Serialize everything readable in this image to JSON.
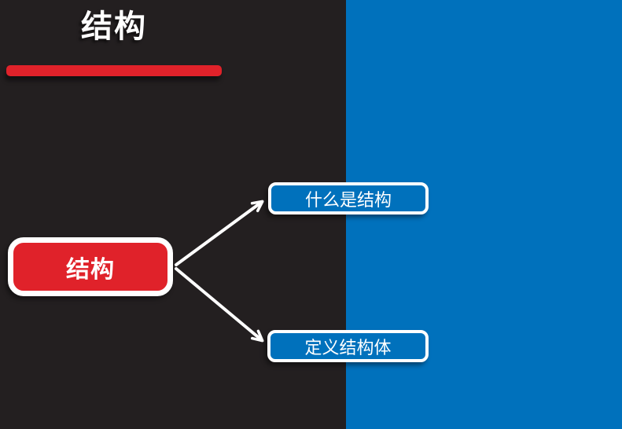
{
  "slide": {
    "title": "结构",
    "colors": {
      "background_dark": "#231f20",
      "background_blue": "#0071bc",
      "accent_red": "#e0222a",
      "text_white": "#ffffff"
    },
    "mindmap": {
      "root": {
        "label": "结构"
      },
      "children": [
        {
          "label": "什么是结构"
        },
        {
          "label": "定义结构体"
        }
      ]
    }
  }
}
